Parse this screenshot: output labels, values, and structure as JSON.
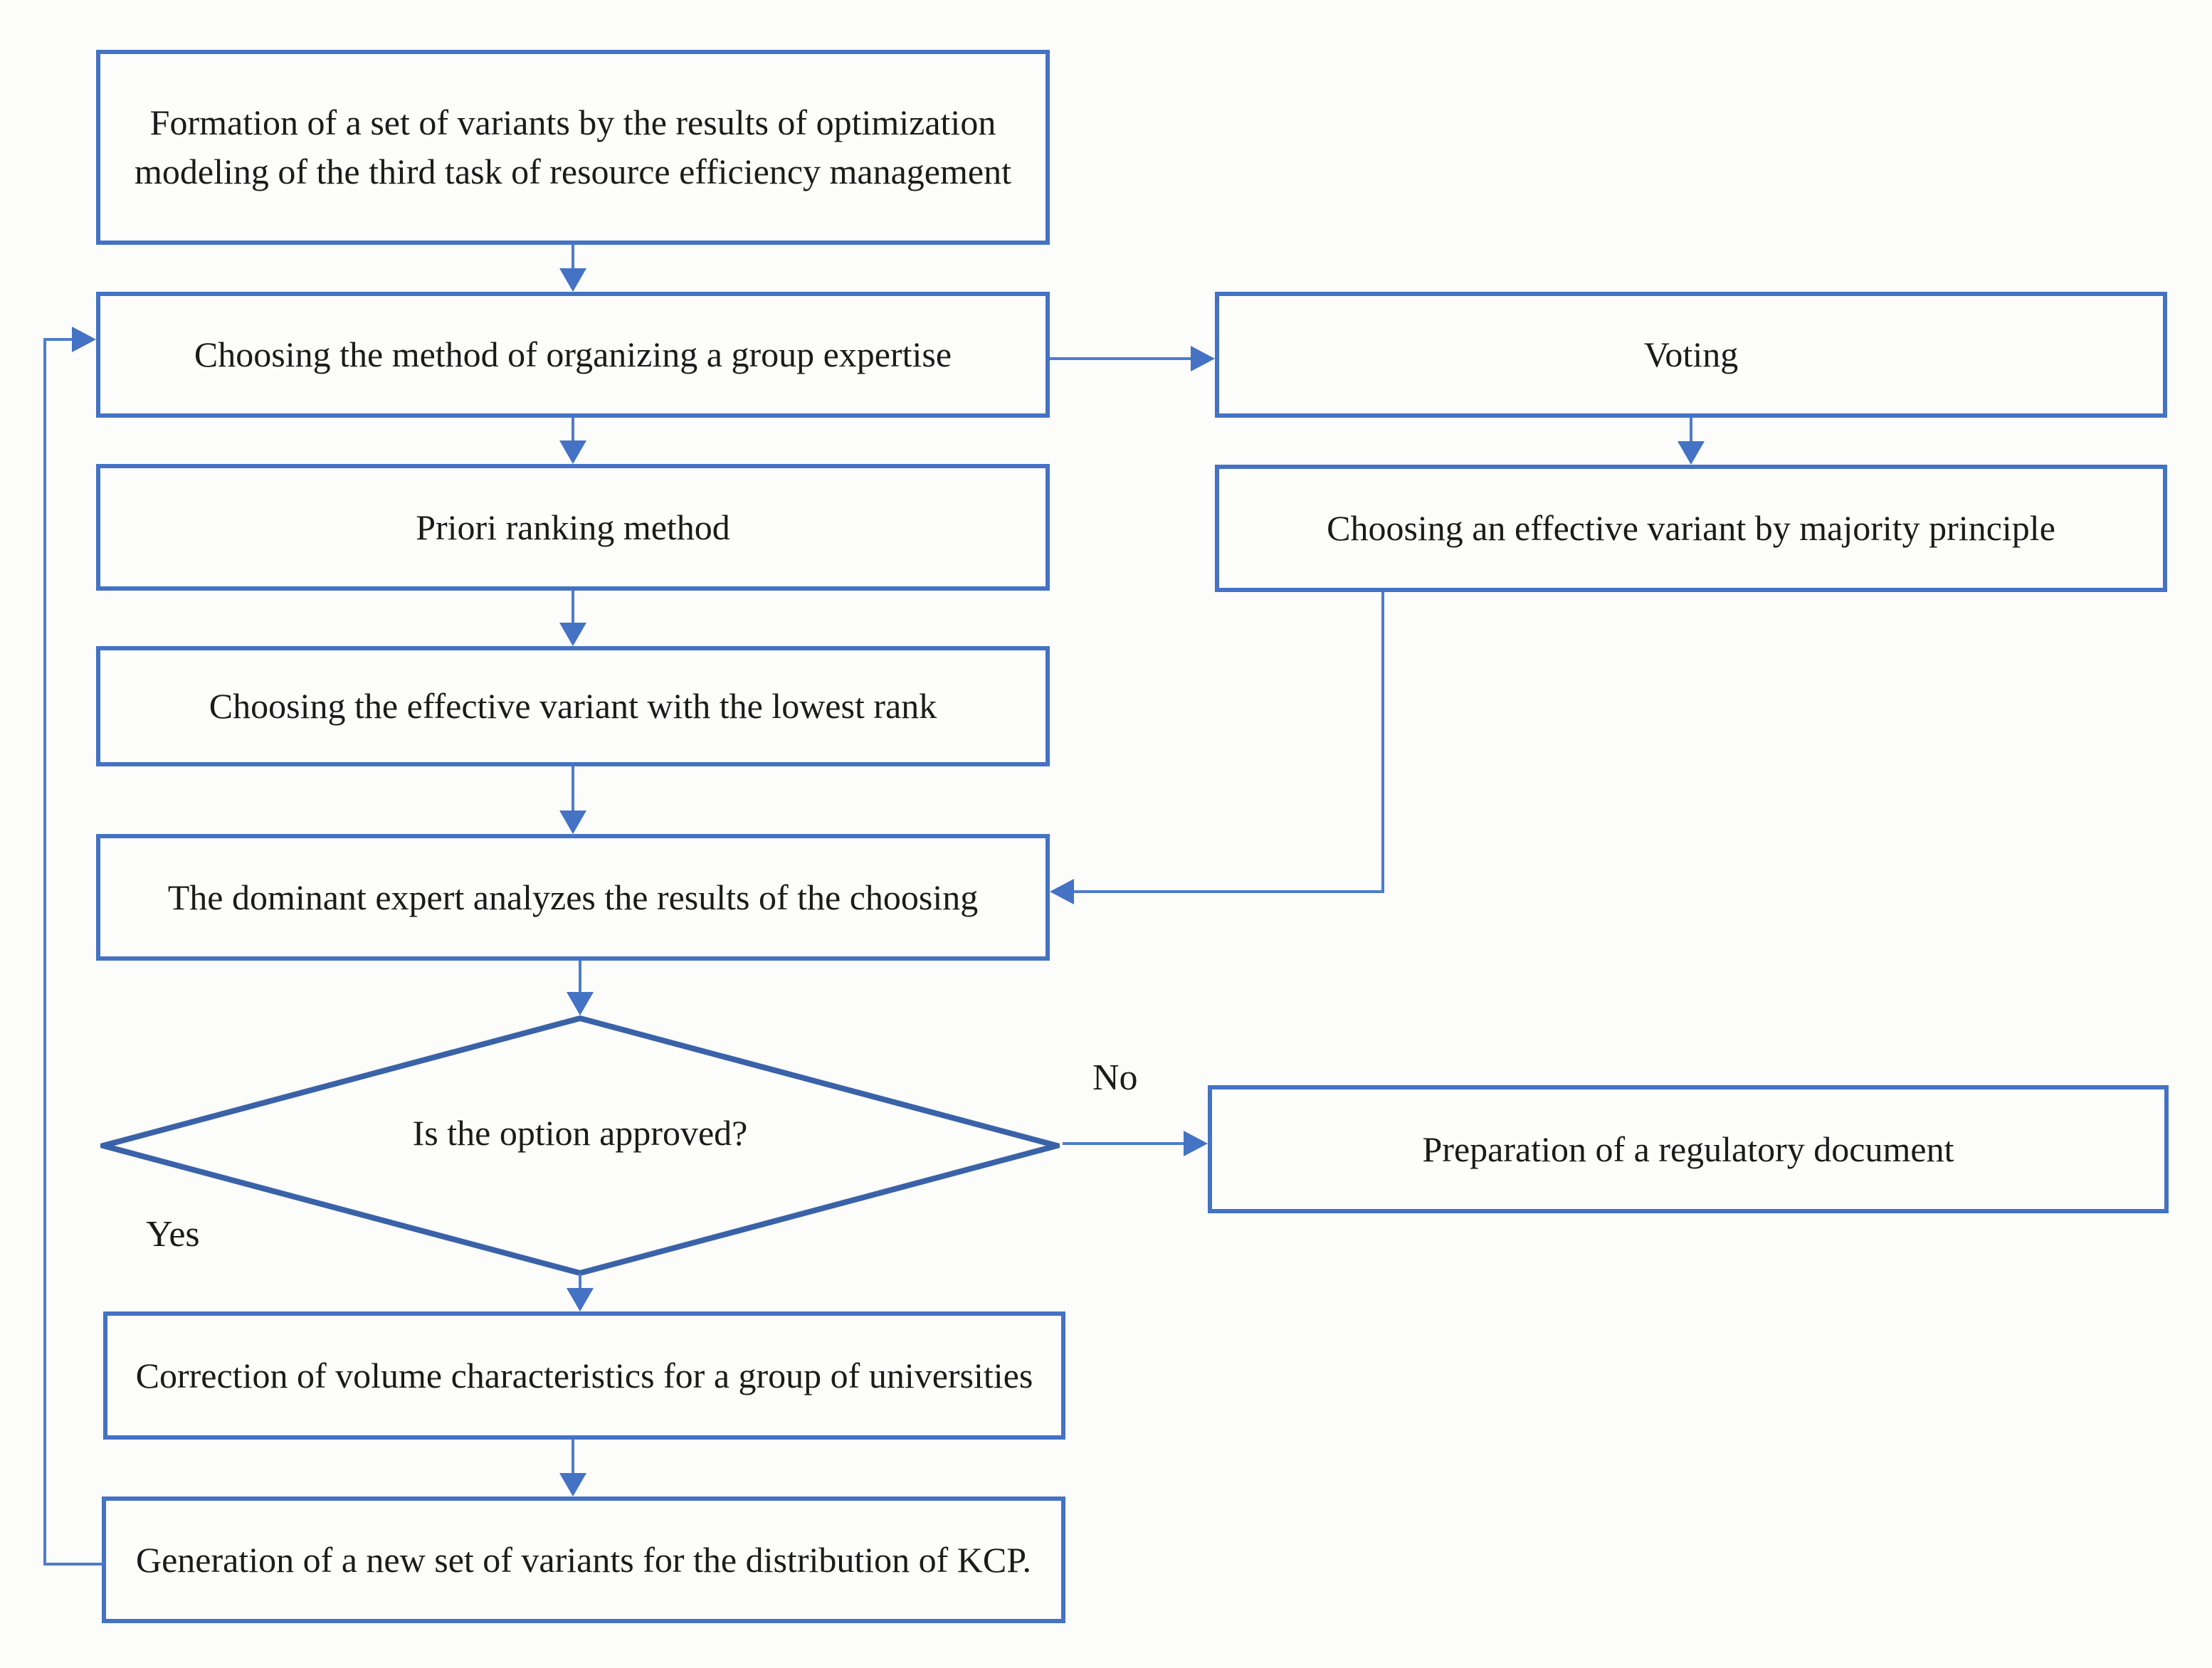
{
  "diagram": {
    "type": "flowchart",
    "colors": {
      "box_border": "#4472C4",
      "diamond_border": "#3A62A8",
      "arrow": "#4E7CCB",
      "arrow_head": "#4472C4",
      "text": "#1B1B1B",
      "background": "#FCFCFA"
    },
    "nodes": {
      "formation": {
        "label": "Formation of a set of variants by the results of optimization modeling of the third task of resource efficiency management"
      },
      "choosing_method": {
        "label": "Choosing the method of organizing a group expertise"
      },
      "voting": {
        "label": "Voting"
      },
      "priori_ranking": {
        "label": "Priori ranking method"
      },
      "majority": {
        "label": "Choosing an effective variant by majority principle"
      },
      "lowest_rank": {
        "label": "Choosing the effective variant with the lowest rank"
      },
      "dominant_expert": {
        "label": "The dominant expert analyzes the results of the choosing"
      },
      "decision": {
        "label": "Is the option approved?"
      },
      "preparation": {
        "label": "Preparation of a regulatory document"
      },
      "correction": {
        "label": "Correction of volume characteristics for a group of universities"
      },
      "generation": {
        "label": "Generation of a new set of variants for the distribution of KCP."
      }
    },
    "edge_labels": {
      "no": "No",
      "yes": "Yes"
    }
  }
}
